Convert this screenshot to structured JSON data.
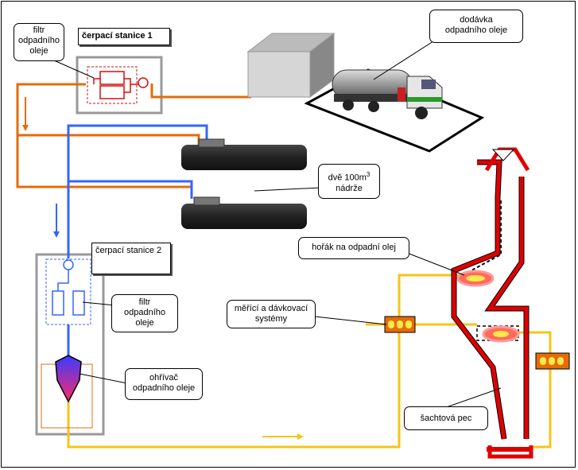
{
  "labels": {
    "station1": "čerpací stanice 1",
    "station2": "čerpací stanice 2",
    "filter1": [
      "filtr",
      "odpadního",
      "oleje"
    ],
    "filter2": [
      "filtr",
      "odpadního",
      "oleje"
    ],
    "delivery": [
      "dodávka",
      "odpadního oleje"
    ],
    "tanks_line1": "dvě 100m",
    "tanks_sup": "3",
    "tanks_line2": "nádrže",
    "burner": "hořák na odpadní olej",
    "metering": [
      "měřící a dávkovací",
      "systémy"
    ],
    "heater": [
      "ohřívač",
      "odpadního oleje"
    ],
    "furnace": "šachtová pec"
  },
  "colors": {
    "oil_line": "#e46c0a",
    "water_line": "#3366ff",
    "fuel_line": "#f5c518",
    "furnace_wall": "#e00000",
    "filter_red": "#d01010",
    "station_box": "#999999"
  },
  "icons": {
    "truck": "truck-icon",
    "building": "building-icon",
    "pump": "pump-icon",
    "heater": "heater-icon",
    "tank": "tank-icon",
    "flame": "flame-icon"
  }
}
